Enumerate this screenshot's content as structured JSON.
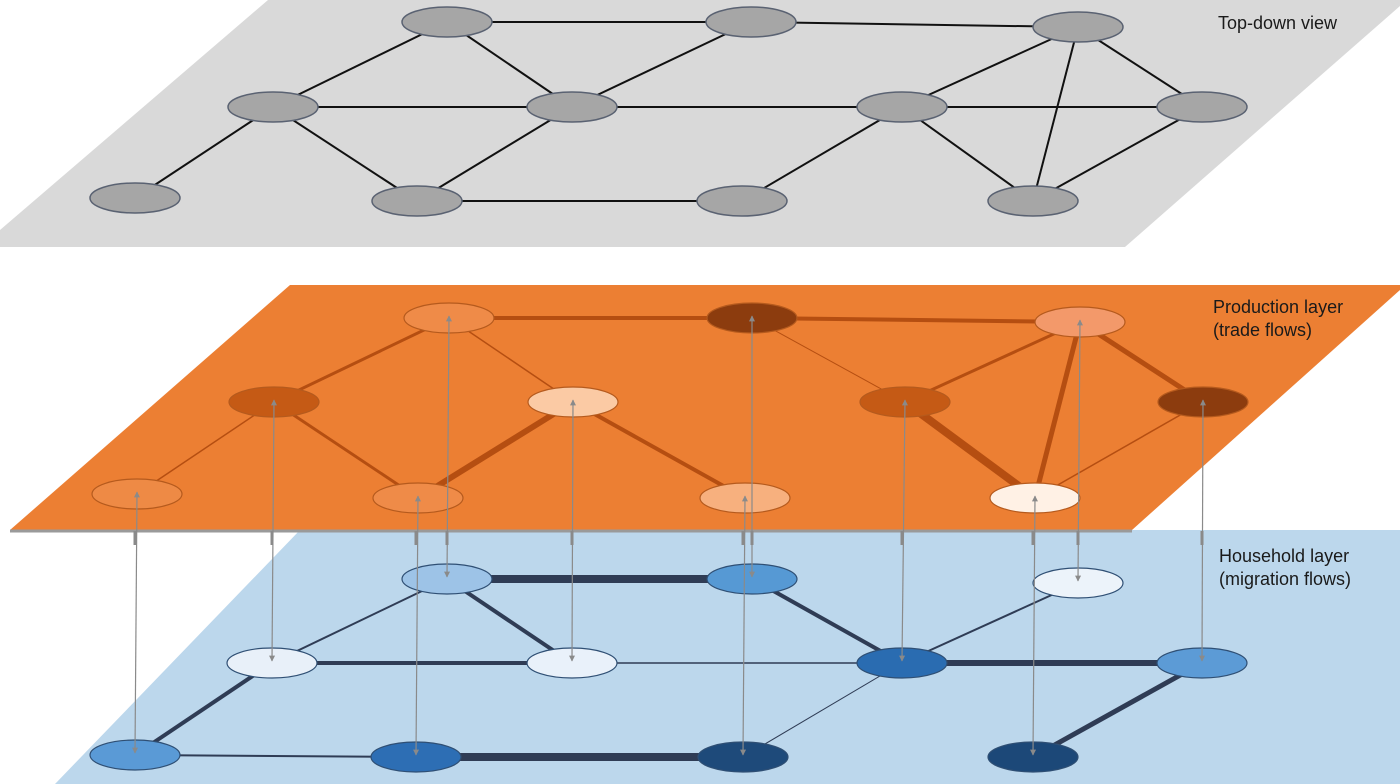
{
  "labels": {
    "top_down": "Top-down view",
    "production_line1": "Production layer",
    "production_line2": "(trade flows)",
    "household_line1": "Household layer",
    "household_line2": "(migration flows)"
  },
  "colors": {
    "top_plane": "#d9d9d9",
    "top_node": "#a6a6a6",
    "top_node_stroke": "#5a6272",
    "top_edge": "#111111",
    "production_plane": "#ec7f33",
    "production_edge": "#b54e11",
    "household_plane": "#bcd7ec",
    "household_edge": "#2f3c55",
    "household_node_stroke": "#2f4f74",
    "production_node_stroke": "#b55a1d",
    "vertical_link": "#8a8a8a"
  },
  "nodes": [
    {
      "id": "a",
      "prod_fill": "#ee8a45",
      "house_fill": "#5a9ad6"
    },
    {
      "id": "b",
      "prod_fill": "#c55a15",
      "house_fill": "#e8f0f9"
    },
    {
      "id": "c",
      "prod_fill": "#ef8b48",
      "house_fill": "#9dc3e7"
    },
    {
      "id": "d",
      "prod_fill": "#ef8b48",
      "house_fill": "#2d6eb4"
    },
    {
      "id": "e",
      "prod_fill": "#fbcaa4",
      "house_fill": "#e9f1fa"
    },
    {
      "id": "f",
      "prod_fill": "#8c3c0e",
      "house_fill": "#5699d4"
    },
    {
      "id": "g",
      "prod_fill": "#f7b07e",
      "house_fill": "#1e4a7a"
    },
    {
      "id": "h",
      "prod_fill": "#c55a15",
      "house_fill": "#2a6cb1"
    },
    {
      "id": "i",
      "prod_fill": "#f3996a",
      "house_fill": "#ecf3fa"
    },
    {
      "id": "j",
      "prod_fill": "#8c3c0e",
      "house_fill": "#5c9bd6"
    },
    {
      "id": "k",
      "prod_fill": "#fff1e5",
      "house_fill": "#1c4878"
    }
  ],
  "top_edges": [
    [
      "a",
      "b"
    ],
    [
      "b",
      "c"
    ],
    [
      "b",
      "d"
    ],
    [
      "b",
      "e"
    ],
    [
      "c",
      "e"
    ],
    [
      "d",
      "e"
    ],
    [
      "d",
      "g"
    ],
    [
      "e",
      "f"
    ],
    [
      "e",
      "h"
    ],
    [
      "c",
      "f"
    ],
    [
      "g",
      "h"
    ],
    [
      "f",
      "i"
    ],
    [
      "h",
      "i"
    ],
    [
      "h",
      "j"
    ],
    [
      "h",
      "k"
    ],
    [
      "i",
      "k"
    ],
    [
      "i",
      "j"
    ],
    [
      "j",
      "k"
    ]
  ],
  "production_edges": [
    {
      "pair": [
        "a",
        "b"
      ],
      "w": 1.5
    },
    {
      "pair": [
        "b",
        "c"
      ],
      "w": 3
    },
    {
      "pair": [
        "b",
        "d"
      ],
      "w": 3
    },
    {
      "pair": [
        "d",
        "e"
      ],
      "w": 6
    },
    {
      "pair": [
        "e",
        "c"
      ],
      "w": 1.5
    },
    {
      "pair": [
        "e",
        "g"
      ],
      "w": 4
    },
    {
      "pair": [
        "e",
        "h"
      ],
      "w": 0
    },
    {
      "pair": [
        "c",
        "f"
      ],
      "w": 4
    },
    {
      "pair": [
        "f",
        "i"
      ],
      "w": 4
    },
    {
      "pair": [
        "f",
        "h"
      ],
      "w": 1
    },
    {
      "pair": [
        "h",
        "i"
      ],
      "w": 3
    },
    {
      "pair": [
        "h",
        "k"
      ],
      "w": 8
    },
    {
      "pair": [
        "i",
        "k"
      ],
      "w": 5
    },
    {
      "pair": [
        "i",
        "j"
      ],
      "w": 5
    },
    {
      "pair": [
        "j",
        "k"
      ],
      "w": 1.5
    }
  ],
  "household_edges": [
    {
      "pair": [
        "a",
        "d"
      ],
      "w": 2
    },
    {
      "pair": [
        "a",
        "b"
      ],
      "w": 4
    },
    {
      "pair": [
        "b",
        "e"
      ],
      "w": 4
    },
    {
      "pair": [
        "b",
        "c"
      ],
      "w": 2
    },
    {
      "pair": [
        "c",
        "e"
      ],
      "w": 4
    },
    {
      "pair": [
        "c",
        "f"
      ],
      "w": 8
    },
    {
      "pair": [
        "d",
        "g"
      ],
      "w": 8
    },
    {
      "pair": [
        "e",
        "h"
      ],
      "w": 1.5
    },
    {
      "pair": [
        "f",
        "h"
      ],
      "w": 4
    },
    {
      "pair": [
        "g",
        "h"
      ],
      "w": 1
    },
    {
      "pair": [
        "h",
        "i"
      ],
      "w": 2
    },
    {
      "pair": [
        "h",
        "j"
      ],
      "w": 6
    },
    {
      "pair": [
        "j",
        "k"
      ],
      "w": 5
    }
  ]
}
